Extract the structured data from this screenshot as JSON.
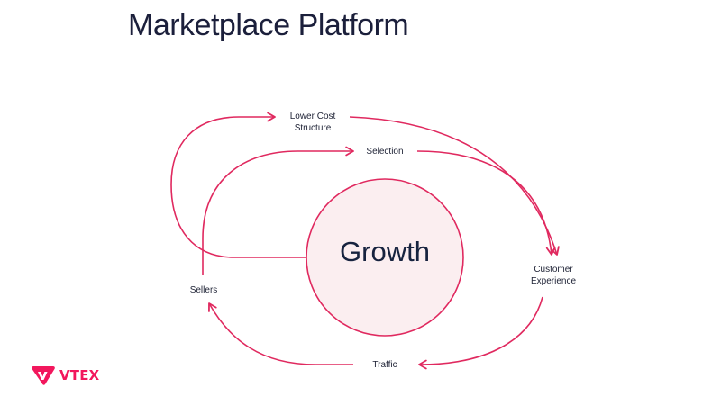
{
  "title": "Marketplace Platform",
  "center": {
    "label": "Growth"
  },
  "nodes": {
    "lower_cost": "Lower Cost\nStructure",
    "selection": "Selection",
    "customer_experience": "Customer\nExperience",
    "traffic": "Traffic",
    "sellers": "Sellers"
  },
  "brand": {
    "name": "VTEX",
    "logo_icon": "vtex-logo-icon"
  },
  "colors": {
    "accent": "#e0295f",
    "circle_fill": "#fbeef0",
    "brand": "#f2175d",
    "text": "#1b1f3b"
  }
}
